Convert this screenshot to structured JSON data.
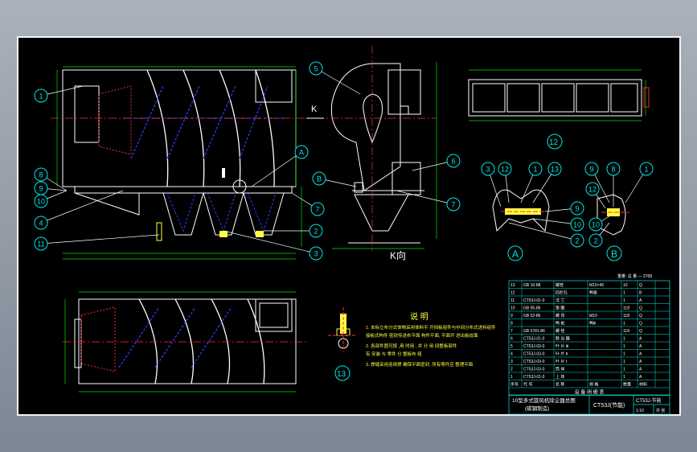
{
  "view_labels": {
    "k_arrow": "K",
    "k_view": "K向",
    "detail_a": "A",
    "detail_b": "B",
    "item_12": "12",
    "item_13": "13"
  },
  "balloons_front": [
    "1",
    "8",
    "9",
    "10",
    "4",
    "11",
    "A",
    "7",
    "2",
    "3"
  ],
  "balloons_side": [
    "5",
    "6",
    "7",
    "B"
  ],
  "balloons_detail_a": [
    "3",
    "12",
    "1",
    "13",
    "9",
    "10",
    "2"
  ],
  "balloons_detail_b": [
    "9",
    "8",
    "1",
    "12",
    "10",
    "2"
  ],
  "notes": {
    "title": "说 明",
    "lines": [
      "1. 本标立布分式体物采用体料平 开挡板组件与中间分布式进料组件",
      "   接板式构件  密封传送布平面 构件平面, 平面开 进出板纹面",
      "2. 各部件图可按 ,用 时用 , 并 分  用 间整板部件",
      "   有 安装 与 零件 分 整板布 组",
      "3. 焊缝采用连续焊 确保平面密封, 所有零件应 整理平面"
    ]
  },
  "bom": {
    "header_note": "重量: 总 量 — 2768",
    "rows": [
      [
        "13",
        "GB 16-88",
        "螺栓",
        "M10×45",
        "10",
        "Q"
      ],
      [
        "12",
        "",
        "四栏孔",
        "鸭板",
        "1",
        "B"
      ],
      [
        "11",
        "CT53J-01-0",
        "法 兰",
        "",
        "1",
        "A"
      ],
      [
        "10",
        "GB 95-86",
        "垫 圈",
        "",
        "118",
        "Q"
      ],
      [
        "9",
        "GB 52-86",
        "螺 母",
        "M10",
        "118",
        "Q"
      ],
      [
        "8",
        "",
        "鸭 板",
        "鸭Ⅲ",
        "1",
        "Q"
      ],
      [
        "7",
        "GB 5781-86",
        "螺 栓",
        "",
        "118",
        "Q"
      ],
      [
        "6",
        "CT53J-01-0",
        "联 出 器",
        "",
        "1",
        "A"
      ],
      [
        "5",
        "CT53J-03-0",
        "叶 片 Ⅲ",
        "",
        "1",
        "A"
      ],
      [
        "4",
        "CT53J-03-0",
        "叶 片 Ⅱ",
        "",
        "1",
        "A"
      ],
      [
        "3",
        "CT53J-03-0",
        "叶 片 Ⅰ",
        "",
        "1",
        "A"
      ],
      [
        "2",
        "CT53J-03-0",
        "筒 体",
        "",
        "1",
        "A"
      ],
      [
        "1",
        "CT53J-01-0",
        "上 体",
        "",
        "1",
        "A"
      ]
    ],
    "col_headers": [
      "序号",
      "代 号",
      "名 称",
      "规 格",
      "数量",
      "材料"
    ],
    "footer": "设 备 明 细 表"
  },
  "title_block": {
    "name_line1": "10型多式旋风机除尘器总图",
    "name_line2": "(碳钢制造)",
    "drawing_no": "CT53J(节能)",
    "code": "CT53J-节能",
    "scale": "1:10",
    "sheet": "共 张"
  },
  "colors": {
    "outline": "#ffffff",
    "dimension": "#00e000",
    "blade": "#2a3cff",
    "centerline": "#ff3030",
    "hatch": "#ff2a2a",
    "balloon": "#00e8e8",
    "leader": "#ffffff",
    "bom_line": "#00e8e8",
    "notes_text": "#ffff40",
    "bom_text": "#ffffff"
  }
}
